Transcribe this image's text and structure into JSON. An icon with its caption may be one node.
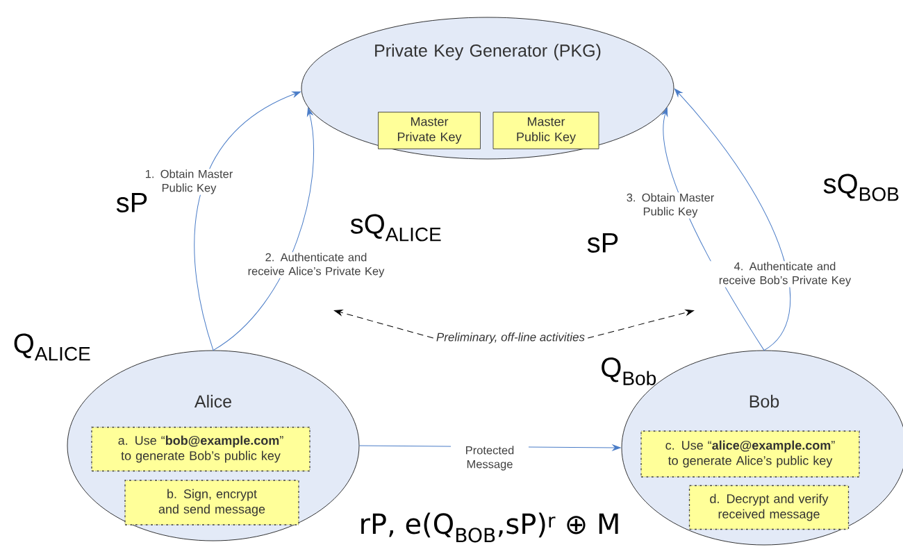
{
  "diagram": {
    "nodes": [
      {
        "text": [
          "Private Key Generator (PKG)"
        ]
      },
      {
        "text": [
          "Master Private Key"
        ],
        "in": 0
      },
      {
        "text": [
          "Master Public Key"
        ],
        "in": 0
      },
      {
        "text": [
          "Alice"
        ]
      },
      {
        "text": [
          "a. Use “**bob@example.com**” to generate Bob’s public key"
        ],
        "in": 3
      },
      {
        "text": [
          "b. Sign, encrypt and send message"
        ],
        "in": 3
      },
      {
        "text": [
          "Bob"
        ]
      },
      {
        "text": [
          "c. Use “**alice@example.com**” to generate Alice’s public key"
        ],
        "in": 6
      },
      {
        "text": [
          "d. Decrypt and verify received message"
        ],
        "in": 6
      },
      {
        "text": [
          "*Preliminary, off-line activities*"
        ]
      }
    ],
    "edges": [
      {
        "from": 3,
        "to": 0,
        "arrow": "to",
        "label": "1. Obtain Master Public Key"
      },
      {
        "from": 3,
        "to": 0,
        "arrow": "to",
        "label": "2. Authenticate and receive Alice’s Private Key"
      },
      {
        "from": 6,
        "to": 0,
        "arrow": "to",
        "label": "3. Obtain Master Public Key"
      },
      {
        "from": 6,
        "to": 0,
        "arrow": "to",
        "label": "4. Authenticate and receive Bob’s Private Key"
      },
      {
        "from": 3,
        "to": 6,
        "arrow": "to",
        "label": "Protected Message"
      },
      {
        "from": 9,
        "to": null,
        "arrow": "to",
        "style": "dashed",
        "color": "#000000"
      },
      {
        "from": 9,
        "to": null,
        "arrow": "to",
        "style": "dashed",
        "color": "#000000"
      }
    ],
    "labels": [
      "sQ$_{BOB}$",
      "sP",
      "sQ$_{ALICE}$",
      "sP",
      "Q$_{ALICE}$",
      "Q$_{Bob}$",
      "rP, e(Q$_{BOB}$,sP)$^{r}$ ⊕ M"
    ]
  }
}
